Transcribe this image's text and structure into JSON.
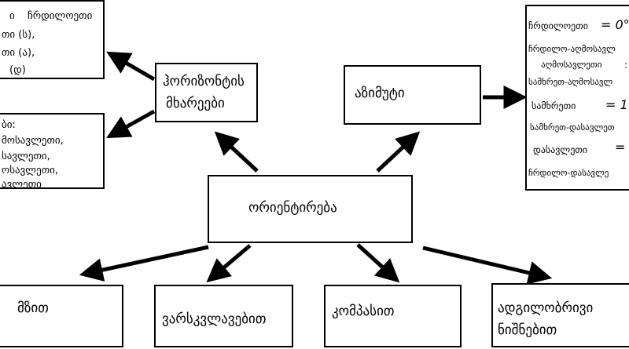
{
  "center": {
    "label": "ორიენტირება"
  },
  "horizon": {
    "line1": "ჰორიზონტის",
    "line2": "მხარეები"
  },
  "azimuth": {
    "label": "აზიმუტი"
  },
  "main_dirs": {
    "lines": [
      "ჩრდილოეთი",
      "თი (ს),",
      "თი (ა),",
      "(დ)"
    ],
    "prefix4": "ი"
  },
  "inter_dirs": {
    "lines": [
      "ბი:",
      "მოსავლეთი,",
      "სავლეთი,",
      "ოსავლეთი,",
      "ავლეთი"
    ]
  },
  "azimuth_values": {
    "rows": [
      {
        "name": "ჩრდილოეთი",
        "eq": "= 0°"
      },
      {
        "name": "ჩრდილო-აღმოსავლ",
        "eq": ""
      },
      {
        "name": "აღმოსავლეთი",
        "eq": ":"
      },
      {
        "name": "სამხრეთ-აღმოსავლ",
        "eq": ""
      },
      {
        "name": "სამხრეთი",
        "eq": "= 1"
      },
      {
        "name": "სამხრეთ-დასავლეთ",
        "eq": ""
      },
      {
        "name": "დასავლეთი",
        "eq": "="
      },
      {
        "name": "ჩრდილო-დასავლე",
        "eq": ""
      }
    ]
  },
  "methods": {
    "sun": "მზით",
    "stars": "ვარსკვლავებით",
    "compass": "კომპასით",
    "landmarks_line1": "ადგილობრივი",
    "landmarks_line2": "ნიშნებით"
  }
}
